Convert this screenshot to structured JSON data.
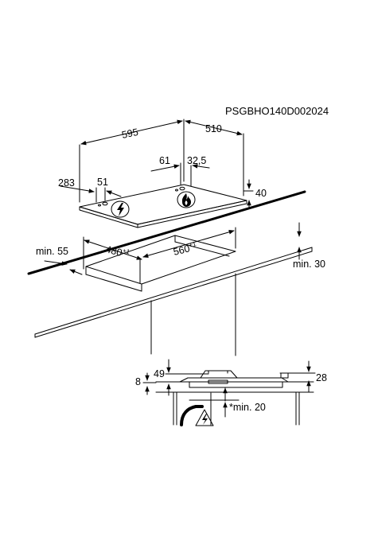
{
  "drawing_code": "PSGBHO140D002024",
  "dimensions": {
    "width_595": "595",
    "depth_510": "510",
    "knob_61": "61",
    "knob_32_5": "32,5",
    "left_283": "283",
    "left_51": "51",
    "height_40": "40",
    "min_55": "min. 55",
    "cutout_480": "480",
    "cutout_480_tol": "+1",
    "cutout_560": "560",
    "cutout_560_tol": "+1",
    "min_30": "min. 30",
    "side_8": "8",
    "side_49": "49",
    "side_28": "28",
    "min_20": "*min. 20"
  },
  "icons": [
    "electric-warning-icon",
    "gas-flame-icon",
    "electric-warning-icon"
  ]
}
